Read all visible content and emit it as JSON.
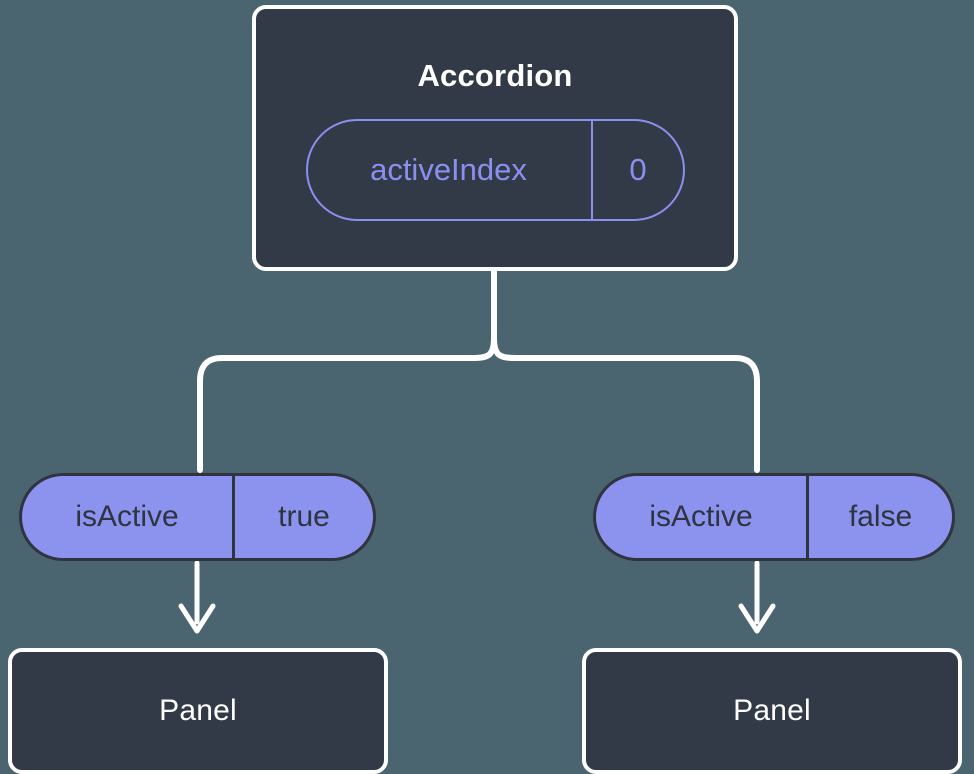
{
  "diagram": {
    "type": "component-tree",
    "colors": {
      "background": "#4a6570",
      "node_fill": "#333a47",
      "node_stroke": "#ffffff",
      "node_text": "#ffffff",
      "state_pill_stroke": "#8b8ff0",
      "state_pill_text": "#8b8ff0",
      "prop_pill_fill": "#8b93ee",
      "prop_pill_stroke": "#2f3440",
      "prop_pill_text": "#2f3440",
      "connector": "#ffffff"
    },
    "root": {
      "title": "Accordion",
      "state": {
        "key": "activeIndex",
        "value": "0"
      }
    },
    "branches": [
      {
        "side": "left",
        "prop": {
          "key": "isActive",
          "value": "true"
        },
        "child": {
          "title": "Panel"
        }
      },
      {
        "side": "right",
        "prop": {
          "key": "isActive",
          "value": "false"
        },
        "child": {
          "title": "Panel"
        }
      }
    ]
  }
}
